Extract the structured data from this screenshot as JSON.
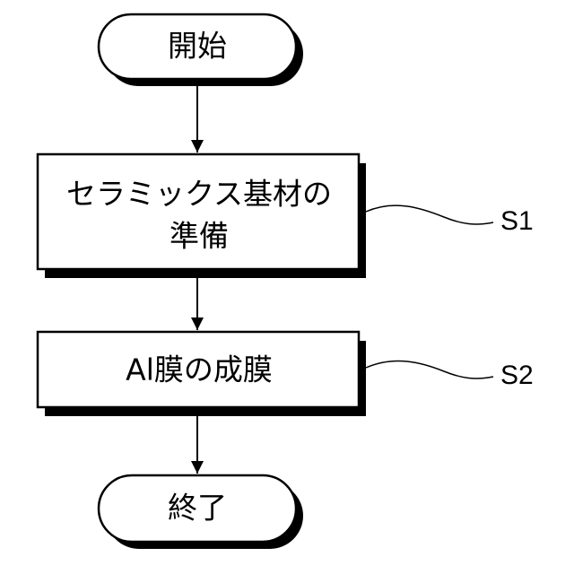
{
  "flowchart": {
    "start_label": "開始",
    "step1_line1": "セラミックス基材の",
    "step1_line2": "準備",
    "step1_ref": "S1",
    "step2_label": "Al膜の成膜",
    "step2_ref": "S2",
    "end_label": "終了"
  },
  "colors": {
    "stroke": "#000000",
    "fill": "#ffffff",
    "shadow": "#000000"
  }
}
